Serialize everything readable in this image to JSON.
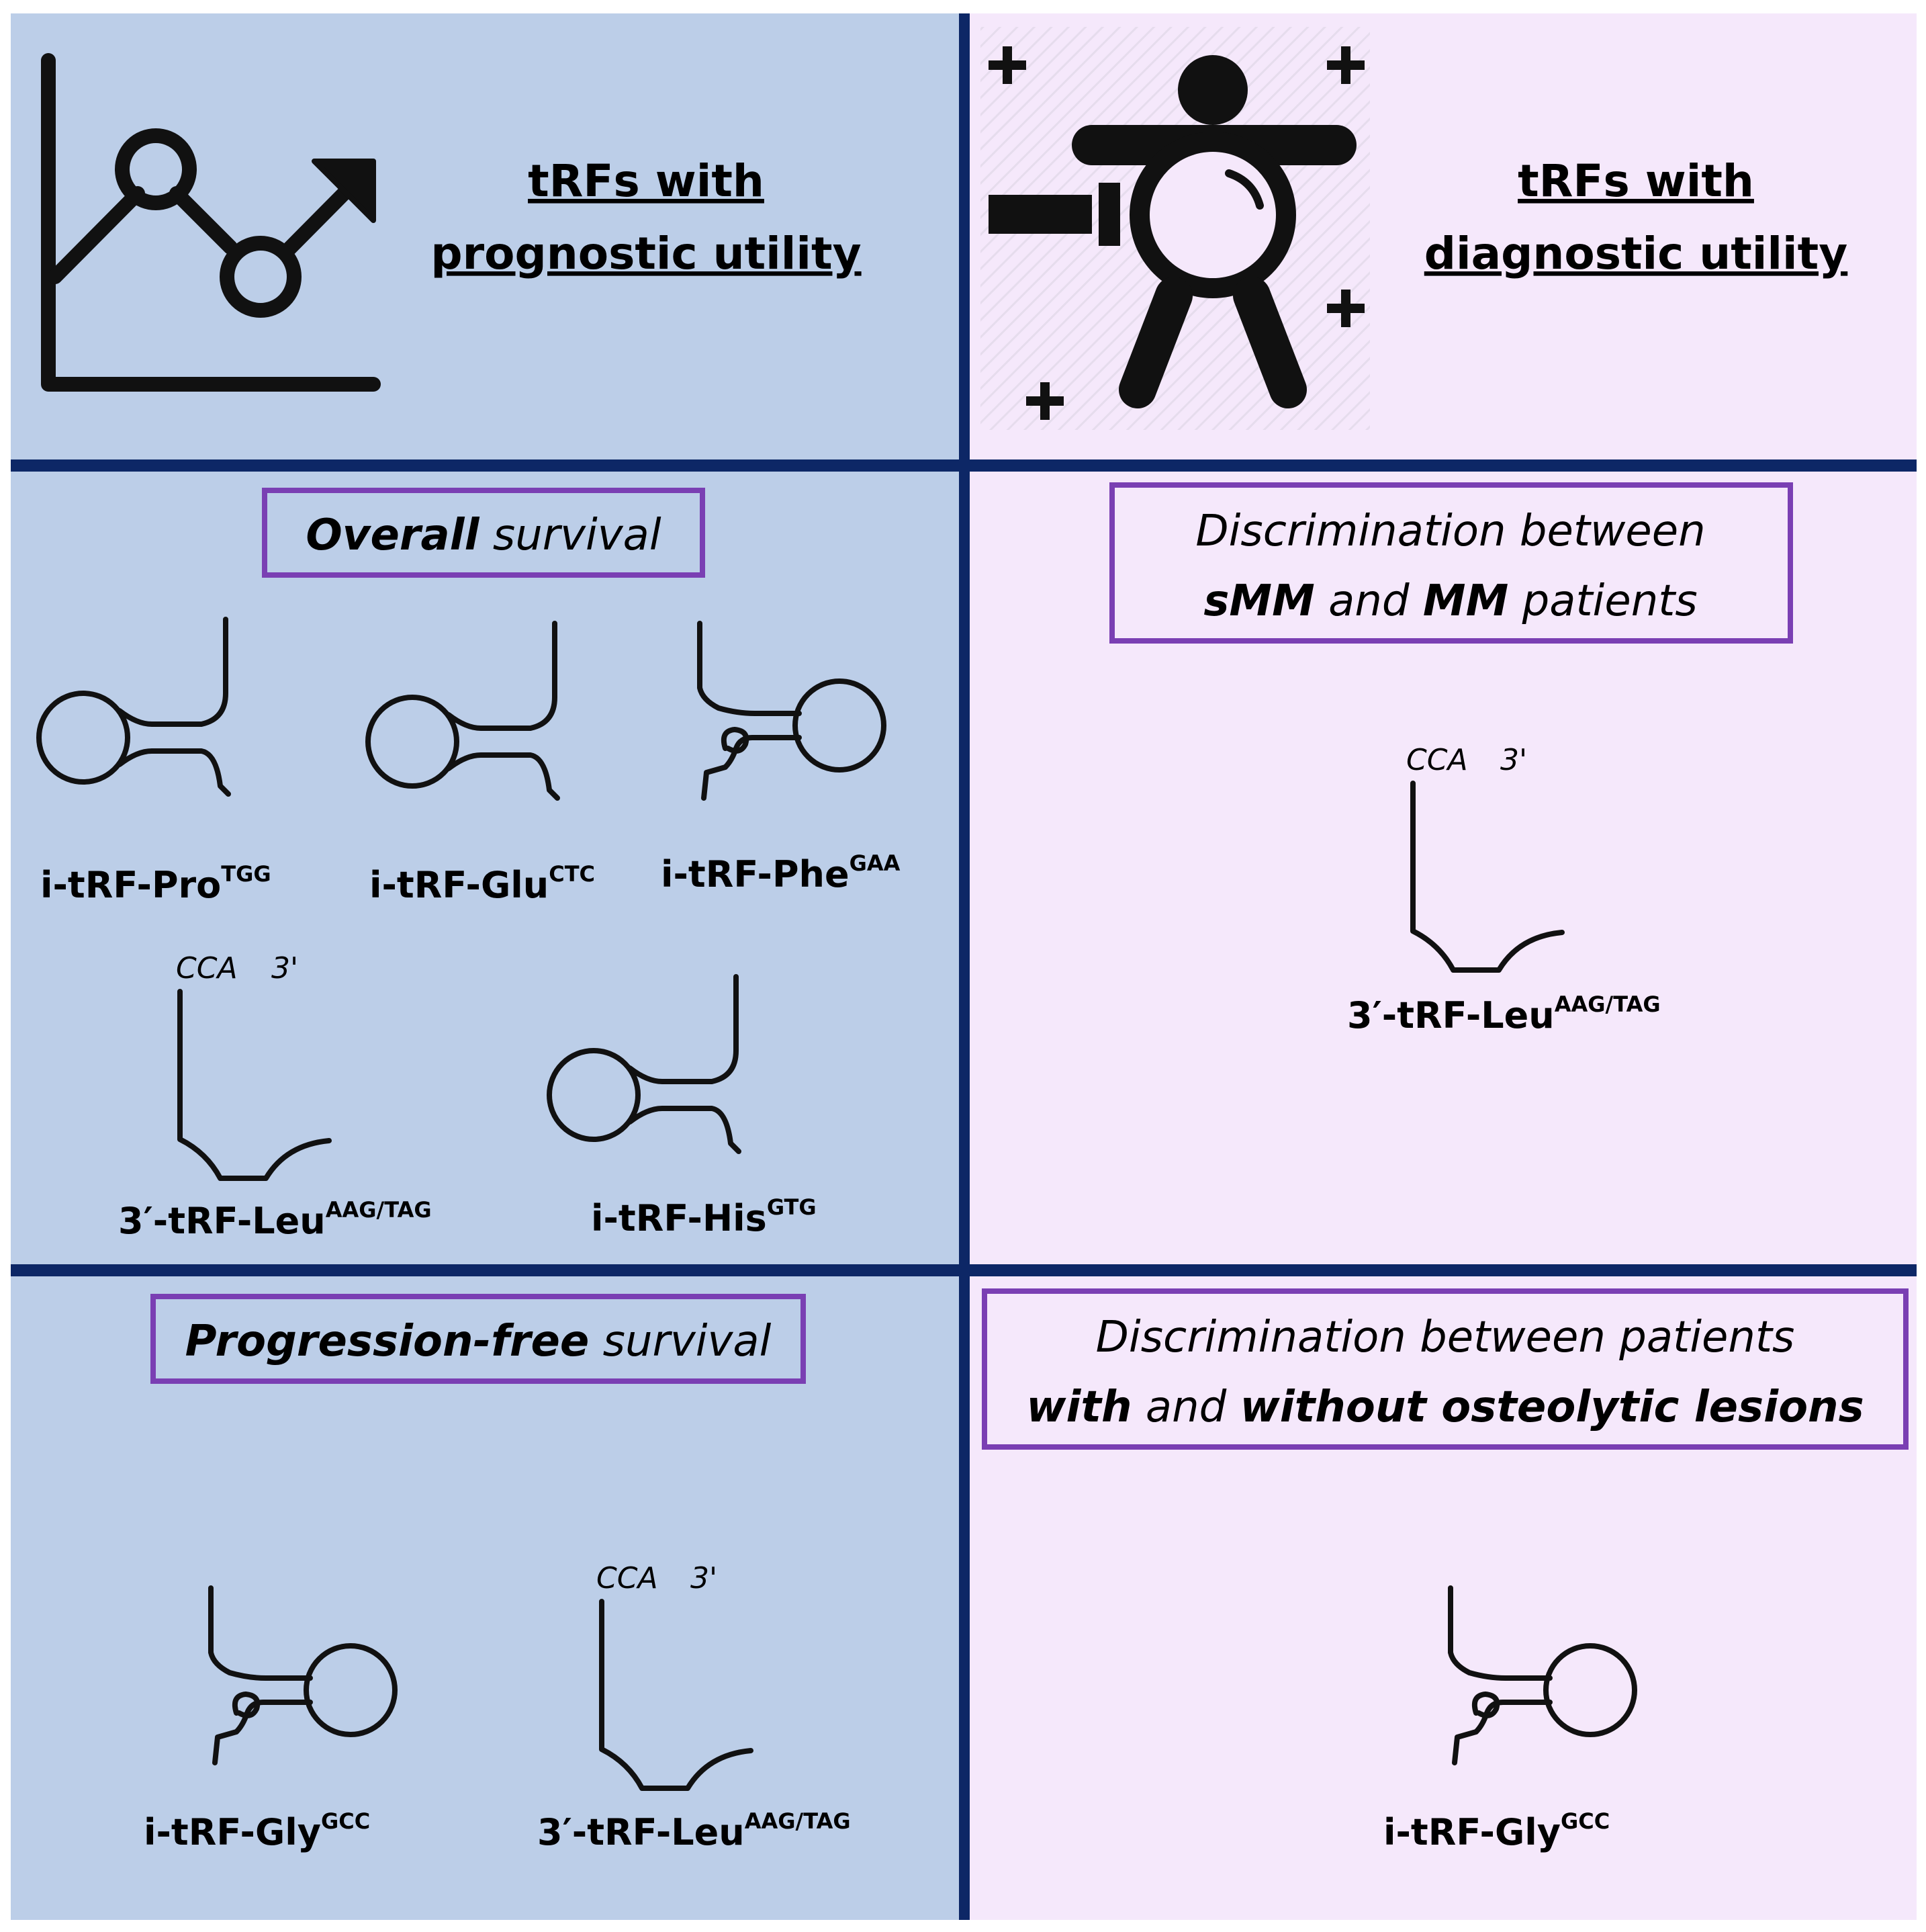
{
  "colors": {
    "left_panel": "#bccee8",
    "right_panel": "#f5e8fb",
    "divider": "#0d2766",
    "box_border": "#7a3fb3",
    "ink": "#111111"
  },
  "header": {
    "prognostic": {
      "line1": "tRFs with",
      "line2": "prognostic utility",
      "icon": "chart-trend-icon"
    },
    "diagnostic": {
      "line1": "tRFs with",
      "line2": "diagnostic utility",
      "icon": "patient-magnifier-icon"
    }
  },
  "sections": {
    "overall_survival": {
      "bold": "Overall",
      "rest": " survival",
      "items": [
        {
          "icon": "i-trf-loop-left-icon",
          "base": "i-tRF-Pro",
          "sup": "TGG"
        },
        {
          "icon": "i-trf-loop-left-icon",
          "base": "i-tRF-Glu",
          "sup": "CTC"
        },
        {
          "icon": "i-trf-loop-right-icon",
          "base": "i-tRF-Phe",
          "sup": "GAA"
        },
        {
          "icon": "3-trf-cca-icon",
          "cca": "CCA",
          "prime": "3'",
          "base": "3′-tRF-Leu",
          "sup": "AAG/TAG"
        },
        {
          "icon": "i-trf-loop-left-icon",
          "base": "i-tRF-His",
          "sup": "GTG"
        }
      ]
    },
    "progression_free": {
      "bold": "Progression-free",
      "rest": " survival",
      "items": [
        {
          "icon": "i-trf-loop-right-icon",
          "base": "i-tRF-Gly",
          "sup": "GCC"
        },
        {
          "icon": "3-trf-cca-icon",
          "cca": "CCA",
          "prime": "3'",
          "base": "3′-tRF-Leu",
          "sup": "AAG/TAG"
        }
      ]
    },
    "smm_mm": {
      "line1": "Discrimination between",
      "line2_a": "sMM",
      "line2_b": " and ",
      "line2_c": "MM",
      "line2_d": " patients",
      "items": [
        {
          "icon": "3-trf-cca-icon",
          "cca": "CCA",
          "prime": "3'",
          "base": "3′-tRF-Leu",
          "sup": "AAG/TAG"
        }
      ]
    },
    "osteolytic": {
      "line1": "Discrimination between patients",
      "line2_a": "with",
      "line2_b": " and ",
      "line2_c": "without osteolytic lesions",
      "items": [
        {
          "icon": "i-trf-loop-right-icon",
          "base": "i-tRF-Gly",
          "sup": "GCC"
        }
      ]
    }
  }
}
